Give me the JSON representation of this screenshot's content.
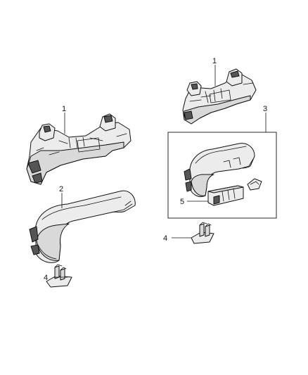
{
  "callouts": {
    "c1a": "1",
    "c1b": "1",
    "c2": "2",
    "c3": "3",
    "c4a": "4",
    "c4b": "4",
    "c5": "5"
  },
  "parts": {
    "bracket": "mounting-bracket-icon",
    "handle": "assist-grab-handle-icon",
    "clip": "retaining-clip-icon",
    "lamp": "lamp-module-icon",
    "cap": "end-cap-icon"
  }
}
